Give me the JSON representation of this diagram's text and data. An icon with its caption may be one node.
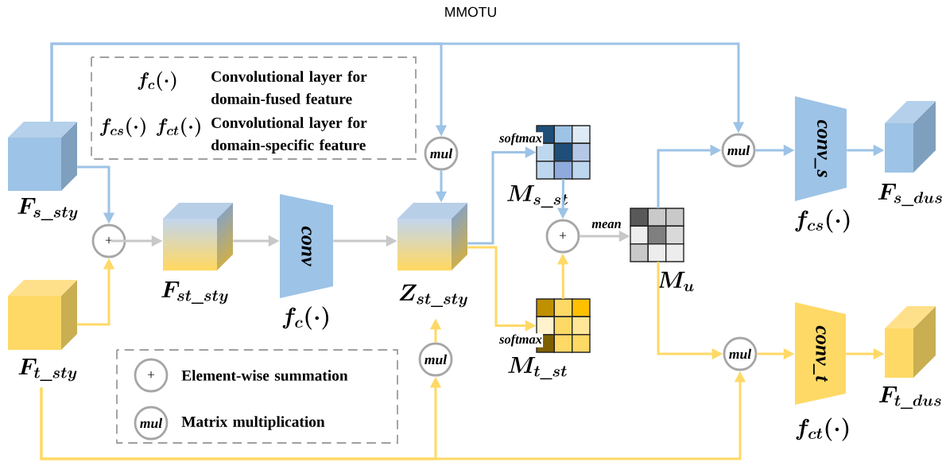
{
  "diagram": {
    "nodes": [
      {
        "text": [],
        "shape": "cube",
        "beside": [
          "F_{s\\_sty}"
        ]
      },
      {
        "text": [],
        "shape": "cube",
        "beside": [
          "F_{t\\_sty}"
        ]
      },
      {
        "text": [
          "+"
        ]
      },
      {
        "text": [],
        "shape": "cube",
        "beside": [
          "F_{st\\_sty}"
        ]
      },
      {
        "text": [
          "conv"
        ],
        "beside": [
          "f_{c}(\\cdot)"
        ]
      },
      {
        "text": [
          "mul"
        ]
      },
      {
        "text": [],
        "shape": "cube",
        "beside": [
          "Z_{st\\_sty}"
        ]
      },
      {
        "text": [
          "mul"
        ]
      },
      {
        "text": [],
        "shape": "grid",
        "beside": [
          "M_{s\\_st}"
        ]
      },
      {
        "text": [],
        "shape": "grid",
        "beside": [
          "M_{t\\_st}"
        ]
      },
      {
        "text": [
          "+"
        ]
      },
      {
        "text": [],
        "shape": "grid",
        "beside": [
          "M_{u}"
        ]
      },
      {
        "text": [
          "mul"
        ]
      },
      {
        "text": [
          "conv_s"
        ],
        "beside": [
          "f_{cs}(\\cdot)"
        ]
      },
      {
        "text": [],
        "shape": "cube",
        "beside": [
          "F_{s\\_dus}"
        ]
      },
      {
        "text": [
          "mul"
        ]
      },
      {
        "text": [
          "conv_t"
        ],
        "beside": [
          "f_{ct}(\\cdot)"
        ]
      },
      {
        "text": [],
        "shape": "cube",
        "beside": [
          "F_{t\\_dus}"
        ]
      }
    ],
    "edges": [
      {
        "from": 0,
        "to": 2,
        "arrow": "to",
        "color": "#9dc3e6"
      },
      {
        "from": 1,
        "to": 2,
        "arrow": "to",
        "color": "#ffd966"
      },
      {
        "from": 2,
        "to": 3,
        "arrow": "to",
        "color": "#c8c8c8"
      },
      {
        "from": 3,
        "to": 4,
        "arrow": "to",
        "color": "#c8c8c8"
      },
      {
        "from": 4,
        "to": 6,
        "arrow": "to",
        "color": "#c8c8c8"
      },
      {
        "from": 0,
        "to": 5,
        "arrow": "to",
        "color": "#9dc3e6"
      },
      {
        "from": 0,
        "to": 12,
        "arrow": "to",
        "color": "#9dc3e6"
      },
      {
        "from": 5,
        "to": 6,
        "arrow": "to",
        "color": "#9dc3e6"
      },
      {
        "from": 1,
        "to": 7,
        "arrow": "to",
        "color": "#ffd966"
      },
      {
        "from": 1,
        "to": 15,
        "arrow": "to",
        "color": "#ffd966"
      },
      {
        "from": 7,
        "to": 6,
        "arrow": "to",
        "color": "#ffd966"
      },
      {
        "from": 6,
        "to": 8,
        "arrow": "to",
        "color": "#9dc3e6",
        "label": "softmax"
      },
      {
        "from": 6,
        "to": 9,
        "arrow": "to",
        "color": "#ffd966",
        "label": "softmax"
      },
      {
        "from": 8,
        "to": 10,
        "arrow": "to",
        "color": "#9dc3e6"
      },
      {
        "from": 9,
        "to": 10,
        "arrow": "to",
        "color": "#ffd966"
      },
      {
        "from": 10,
        "to": 11,
        "arrow": "to",
        "color": "#c8c8c8",
        "label": "mean"
      },
      {
        "from": 11,
        "to": 12,
        "arrow": "to",
        "color": "#9dc3e6"
      },
      {
        "from": 11,
        "to": 15,
        "arrow": "to",
        "color": "#ffd966"
      },
      {
        "from": 12,
        "to": 13,
        "arrow": "to",
        "color": "#9dc3e6"
      },
      {
        "from": 13,
        "to": 14,
        "arrow": "to",
        "color": "#9dc3e6"
      },
      {
        "from": 15,
        "to": 16,
        "arrow": "to",
        "color": "#ffd966"
      },
      {
        "from": 16,
        "to": 17,
        "arrow": "to",
        "color": "#ffd966"
      }
    ],
    "labels": [
      "MMOTU",
      "f_{c}(\\cdot)",
      "f_{cs}(\\cdot)",
      "f_{ct}(\\cdot)",
      "+",
      "mul"
    ],
    "legend": [
      {
        "text": "Convolutional layer for domain-fused feature"
      },
      {
        "text": "Convolutional layer for domain-specific feature"
      },
      {
        "text": "Element-wise summation"
      },
      {
        "text": "Matrix multiplication"
      }
    ]
  }
}
